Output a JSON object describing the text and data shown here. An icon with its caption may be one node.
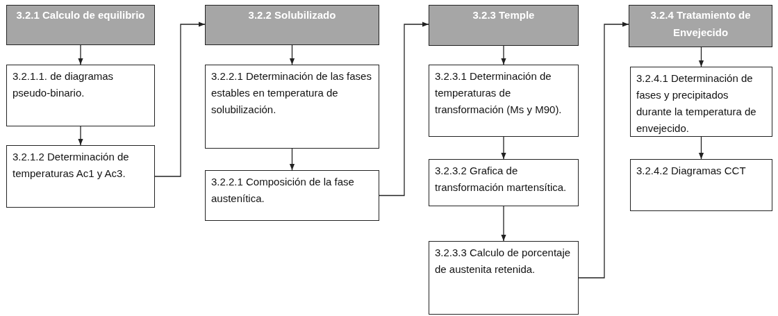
{
  "diagram": {
    "nodes": [
      {
        "text": [
          "3.2.1 Calculo de equilibrio"
        ]
      },
      {
        "text": [
          "3.2.1.1. de diagramas pseudo-binario."
        ]
      },
      {
        "text": [
          "3.2.1.2 Determinación de temperaturas Ac1 y Ac3."
        ]
      },
      {
        "text": [
          "3.2.2 Solubilizado"
        ]
      },
      {
        "text": [
          "3.2.2.1 Determinación de las fases estables en temperatura de solubilización."
        ]
      },
      {
        "text": [
          "3.2.2.1 Composición de la fase austenítica."
        ]
      },
      {
        "text": [
          "3.2.3 Temple"
        ]
      },
      {
        "text": [
          "3.2.3.1 Determinación de temperaturas de transformación (Ms y M90)."
        ]
      },
      {
        "text": [
          "3.2.3.2 Grafica de transformación martensítica."
        ]
      },
      {
        "text": [
          "3.2.3.3 Calculo de porcentaje de austenita retenida."
        ]
      },
      {
        "text": [
          "3.2.4 Tratamiento de Envejecido"
        ]
      },
      {
        "text": [
          "3.2.4.1 Determinación de fases y precipitados durante la temperatura de envejecido."
        ]
      },
      {
        "text": [
          "3.2.4.2 Diagramas CCT"
        ]
      }
    ],
    "edges": [
      {
        "from": 0,
        "to": 1,
        "arrow": "to"
      },
      {
        "from": 1,
        "to": 2,
        "arrow": "to"
      },
      {
        "from": 2,
        "to": 3,
        "arrow": "to"
      },
      {
        "from": 3,
        "to": 4,
        "arrow": "to"
      },
      {
        "from": 4,
        "to": 5,
        "arrow": "to"
      },
      {
        "from": 5,
        "to": 6,
        "arrow": "to"
      },
      {
        "from": 6,
        "to": 7,
        "arrow": "to"
      },
      {
        "from": 7,
        "to": 8,
        "arrow": "to"
      },
      {
        "from": 8,
        "to": 9,
        "arrow": "to"
      },
      {
        "from": 9,
        "to": 10,
        "arrow": "to"
      },
      {
        "from": 10,
        "to": 11,
        "arrow": "to"
      },
      {
        "from": 11,
        "to": 12,
        "arrow": "to"
      }
    ]
  }
}
